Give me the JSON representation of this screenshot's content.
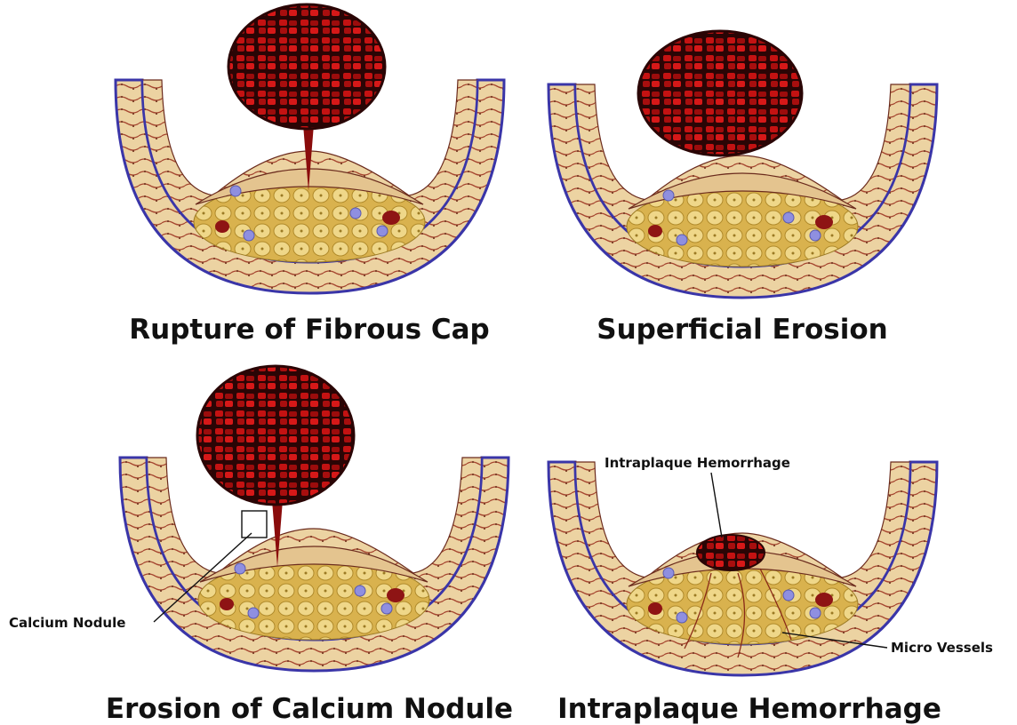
{
  "panels": [
    {
      "id": "rupture",
      "caption": "Rupture of Fibrous Cap"
    },
    {
      "id": "erosion",
      "caption": "Superficial Erosion"
    },
    {
      "id": "calcium",
      "caption": "Erosion of Calcium Nodule"
    },
    {
      "id": "hemorrhage",
      "caption": "Intraplaque Hemorrhage"
    }
  ],
  "labels": {
    "calcium_nodule": "Calcium Nodule",
    "intraplaque_hemorrhage": "Intraplaque Hemorrhage",
    "micro_vessels": "Micro Vessels"
  },
  "colors": {
    "vessel_wall": "#ecd3a2",
    "wall_stripes": "#a5452f",
    "lamina": "#3a35a8",
    "thrombus": "#b30d0d",
    "thrombus_dark": "#2a0505",
    "plaque_core": "#e8c96a",
    "macrophage": "#8f8fe0"
  }
}
